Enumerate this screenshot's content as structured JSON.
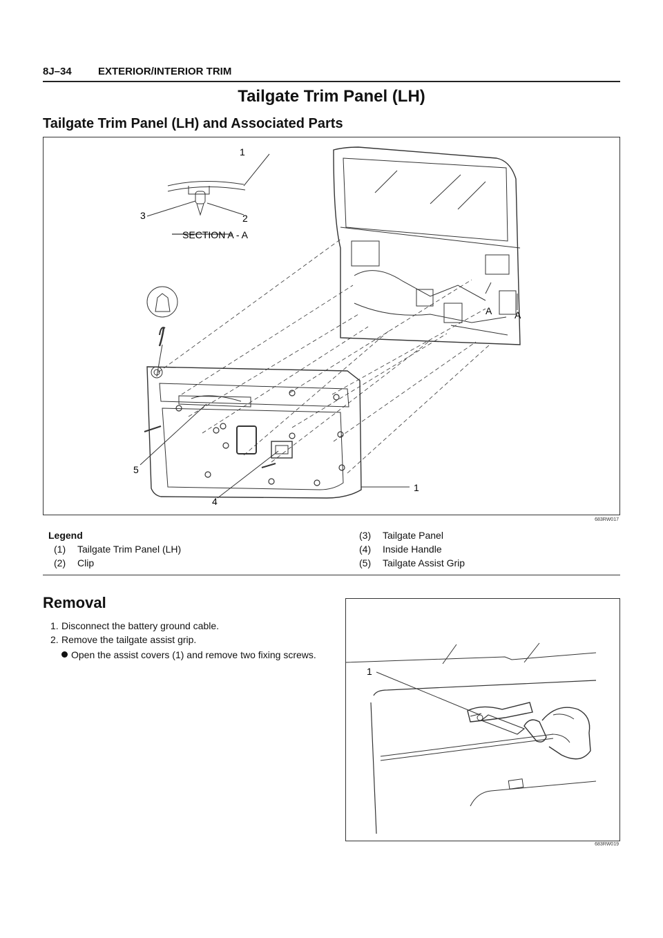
{
  "header": {
    "section": "8J–34",
    "title": "EXTERIOR/INTERIOR TRIM"
  },
  "page_title": "Tailgate Trim Panel (LH)",
  "subtitle": "Tailgate Trim Panel (LH) and Associated Parts",
  "figure1": {
    "code": "683RW017",
    "section_label": "SECTION A - A",
    "section_marker": "A",
    "callouts": [
      "1",
      "2",
      "3",
      "4",
      "5"
    ]
  },
  "legend": {
    "title": "Legend",
    "items": [
      {
        "num": "(1)",
        "text": "Tailgate Trim Panel (LH)"
      },
      {
        "num": "(2)",
        "text": "Clip"
      },
      {
        "num": "(3)",
        "text": "Tailgate Panel"
      },
      {
        "num": "(4)",
        "text": "Inside Handle"
      },
      {
        "num": "(5)",
        "text": "Tailgate Assist Grip"
      }
    ]
  },
  "removal": {
    "heading": "Removal",
    "steps": [
      {
        "num": "1.",
        "text": "Disconnect the battery ground cable."
      },
      {
        "num": "2.",
        "text": "Remove the tailgate assist grip."
      }
    ],
    "bullet": "Open the assist covers (1) and remove two fixing screws."
  },
  "figure2": {
    "code": "683RW019",
    "callout": "1"
  }
}
